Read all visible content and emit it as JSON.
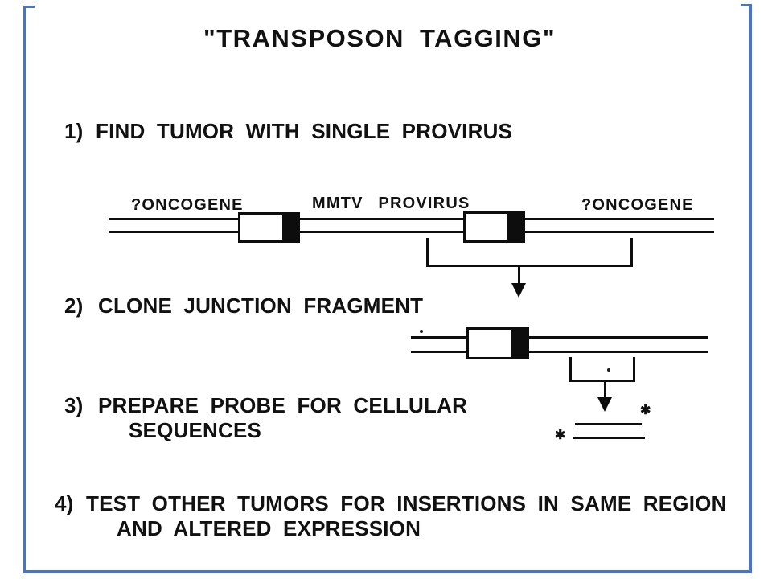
{
  "title": "\"TRANSPOSON TAGGING\"",
  "steps": [
    {
      "num": "1)",
      "line1": "FIND TUMOR WITH SINGLE PROVIRUS",
      "line2": ""
    },
    {
      "num": "2)",
      "line1": "CLONE JUNCTION FRAGMENT",
      "line2": ""
    },
    {
      "num": "3)",
      "line1": "PREPARE PROBE FOR CELLULAR",
      "line2": "SEQUENCES"
    },
    {
      "num": "4)",
      "line1": "TEST OTHER TUMORS FOR INSERTIONS IN SAME REGION",
      "line2": "AND ALTERED EXPRESSION"
    }
  ],
  "diagram1": {
    "label_left": "?ONCOGENE",
    "label_center": "MMTV PROVIRUS",
    "label_right": "?ONCOGENE"
  },
  "probe": {
    "star_top": "✱",
    "star_bottom": "✱"
  },
  "colors": {
    "ink": "#0d0d0d",
    "frame_blue": "#4a73cd",
    "background": "#ffffff"
  }
}
